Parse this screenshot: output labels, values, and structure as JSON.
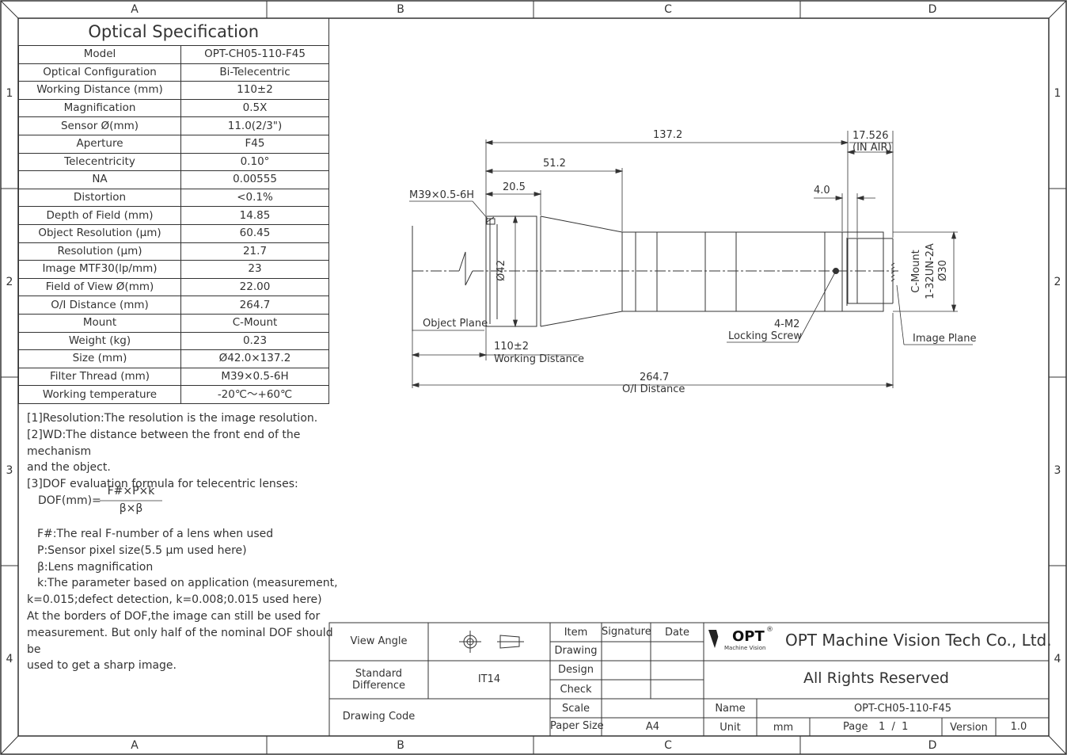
{
  "zones": {
    "columns": [
      "A",
      "B",
      "C",
      "D"
    ],
    "rows": [
      "1",
      "2",
      "3",
      "4"
    ]
  },
  "spec": {
    "title": "Optical Specification",
    "rows": [
      {
        "key": "Model",
        "value": "OPT-CH05-110-F45"
      },
      {
        "key": "Optical Configuration",
        "value": "Bi-Telecentric"
      },
      {
        "key": "Working Distance (mm)",
        "value": "110±2"
      },
      {
        "key": "Magnification",
        "value": "0.5X"
      },
      {
        "key": "Sensor Ø(mm)",
        "value": "11.0(2/3\")"
      },
      {
        "key": "Aperture",
        "value": "F45"
      },
      {
        "key": "Telecentricity",
        "value": "0.10°"
      },
      {
        "key": "NA",
        "value": "0.00555"
      },
      {
        "key": "Distortion",
        "value": "<0.1%"
      },
      {
        "key": "Depth of Field (mm)",
        "value": "14.85"
      },
      {
        "key": "Object Resolution (µm)",
        "value": "60.45"
      },
      {
        "key": "Resolution (µm)",
        "value": "21.7"
      },
      {
        "key": "Image MTF30(lp/mm)",
        "value": "23"
      },
      {
        "key": "Field of View Ø(mm)",
        "value": "22.00"
      },
      {
        "key": "O/I Distance (mm)",
        "value": "264.7"
      },
      {
        "key": "Mount",
        "value": "C-Mount"
      },
      {
        "key": "Weight (kg)",
        "value": "0.23"
      },
      {
        "key": "Size (mm)",
        "value": "Ø42.0×137.2"
      },
      {
        "key": "Filter Thread (mm)",
        "value": "M39×0.5-6H"
      },
      {
        "key": "Working temperature",
        "value": "-20℃～+60℃"
      }
    ]
  },
  "notes": {
    "n1": "[1]Resolution:The resolution is the image resolution.",
    "n2a": "[2]WD:The distance between the front end of the mechanism",
    "n2b": "and the object.",
    "n3": "[3]DOF evaluation formula for telecentric lenses:",
    "formula_lhs": "DOF(mm)=",
    "formula_num": "F#×P×k",
    "formula_den": "β×β",
    "d1": "F#:The real F-number of a lens when used",
    "d2": "P:Sensor pixel size(5.5 µm used here)",
    "d3": "β:Lens magnification",
    "d4": "k:The parameter based on application (measurement,",
    "d5": "k=0.015;defect detection, k=0.008;0.015 used here)",
    "d6": "At the borders of DOF,the image can still be used for",
    "d7": "measurement. But only half of the nominal DOF should be",
    "d8": "used to get a sharp image."
  },
  "drawing": {
    "d137": "137.2",
    "d17526": "17.526",
    "inair": "(IN AIR)",
    "d512": "51.2",
    "d205": "20.5",
    "d40": "4.0",
    "thread": "M39×0.5-6H",
    "dia42": "Ø42",
    "dia30": "Ø30",
    "cmount1": "C-Mount",
    "cmount2": "1-32UN-2A",
    "object_plane": "Object Plane",
    "wd_val": "110±2",
    "wd_label": "Working Distance",
    "screw1": "4-M2",
    "screw2": "Locking Screw",
    "image_plane": "Image Plane",
    "oi_val": "264.7",
    "oi_label": "O/I Distance"
  },
  "titleblock": {
    "view_angle": "View Angle",
    "std_diff_1": "Standard",
    "std_diff_2": "Difference",
    "std_val": "IT14",
    "drawing_code": "Drawing Code",
    "item": "Item",
    "signature": "Signature",
    "date": "Date",
    "drawing": "Drawing",
    "design": "Design",
    "check": "Check",
    "scale": "Scale",
    "paper_size": "Paper Size",
    "paper_val": "A4",
    "logo": "OPT",
    "logo_sub": "Machine Vision",
    "company": "OPT Machine Vision Tech Co., Ltd.",
    "rights": "All Rights Reserved",
    "name": "Name",
    "name_val": "OPT-CH05-110-F45",
    "unit": "Unit",
    "unit_val": "mm",
    "page": "Page",
    "page_val": "1  /  1",
    "version": "Version",
    "version_val": "1.0"
  }
}
